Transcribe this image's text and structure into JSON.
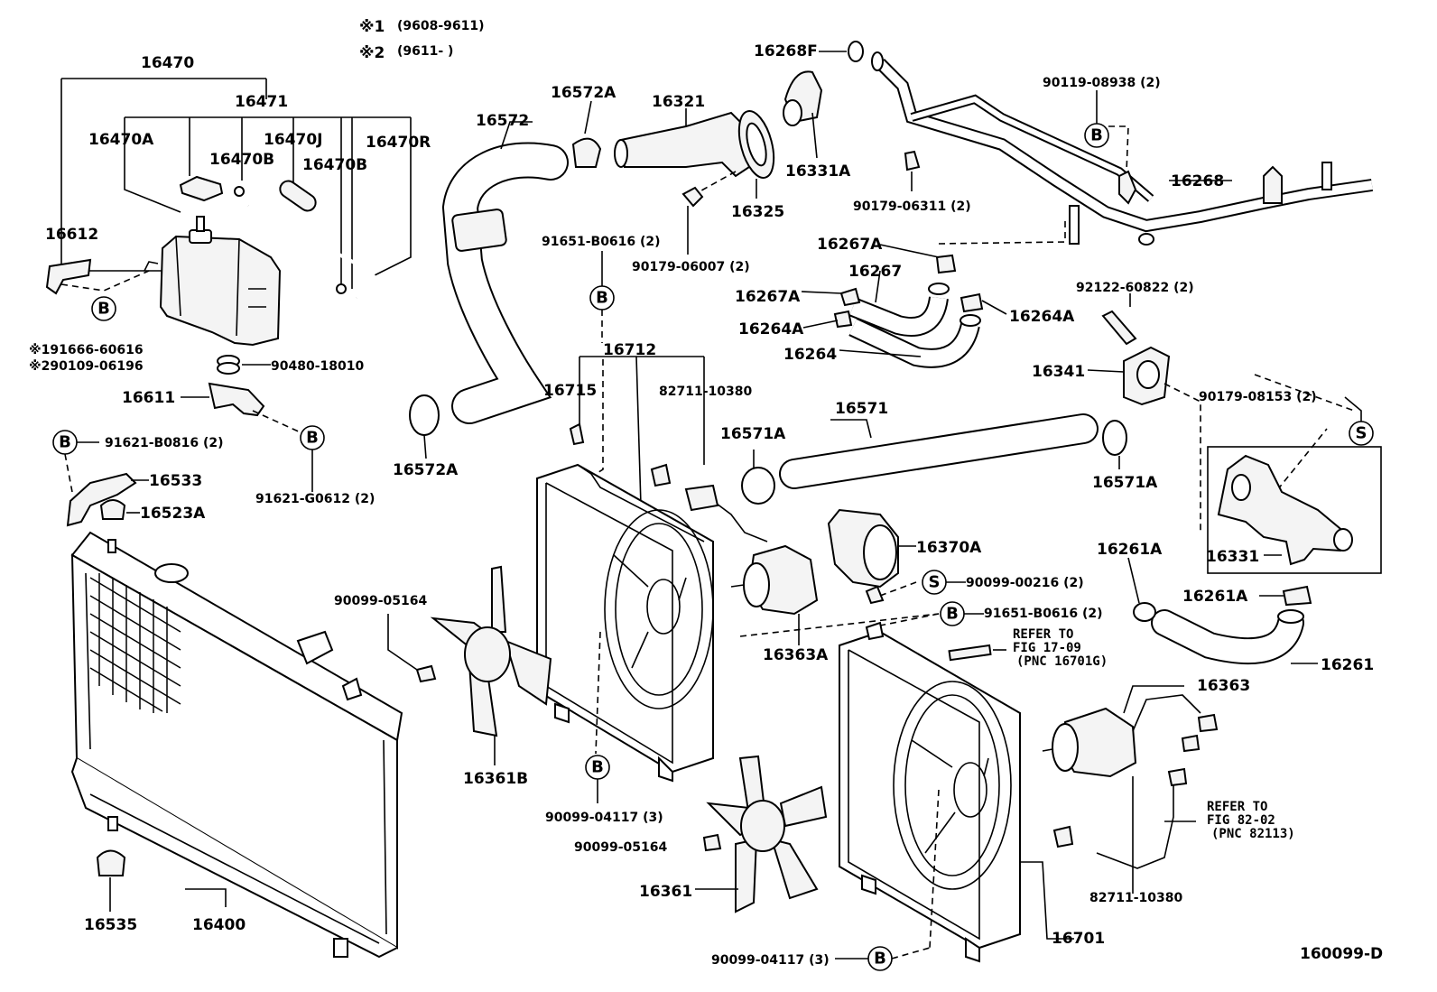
{
  "legend": {
    "note1_mark": "※1",
    "note1_range": "(9608-9611)",
    "note2_mark": "※2",
    "note2_range": "(9611-        )"
  },
  "callouts": {
    "c16470": "16470",
    "c16471": "16471",
    "c16470A": "16470A",
    "c16470J": "16470J",
    "c16470R": "16470R",
    "c16470B_1": "16470B",
    "c16470B_2": "16470B",
    "c16612": "16612",
    "c91666": "※191666-60616",
    "c90109": "※290109-06196",
    "c90480": "90480-18010",
    "c16611": "16611",
    "c91621_B0816": "91621-B0816 (2)",
    "c16533": "16533",
    "c16523A": "16523A",
    "c91621_G0612": "91621-G0612 (2)",
    "c16572": "16572",
    "c16572A_top": "16572A",
    "c16572A_bot": "16572A",
    "c16321": "16321",
    "c16325": "16325",
    "c16268F": "16268F",
    "c16331A": "16331A",
    "c90179_06007": "90179-06007 (2)",
    "c91651_B0616_top": "91651-B0616 (2)",
    "c90119_08938": "90119-08938 (2)",
    "c16268": "16268",
    "c90179_06311": "90179-06311 (2)",
    "c16267A_1": "16267A",
    "c16267A_2": "16267A",
    "c16267": "16267",
    "c16264A_1": "16264A",
    "c16264A_2": "16264A",
    "c16264": "16264",
    "c92122": "92122-60822 (2)",
    "c16341": "16341",
    "c90179_08153": "90179-08153 (2)",
    "c16712": "16712",
    "c16715": "16715",
    "c82711_top": "82711-10380",
    "c16571": "16571",
    "c16571A_1": "16571A",
    "c16571A_2": "16571A",
    "c16370A": "16370A",
    "c90099_00216": "90099-00216 (2)",
    "c91651_B0616_mid": "91651-B0616 (2)",
    "c16331": "16331",
    "c16261A_1": "16261A",
    "c16261A_2": "16261A",
    "c16261": "16261",
    "c90099_05164_top": "90099-05164",
    "c16363A": "16363A",
    "c16361B": "16361B",
    "c90099_04117_mid": "90099-04117 (3)",
    "c90099_05164_bot": "90099-05164",
    "c16361": "16361",
    "c16363": "16363",
    "c16701": "16701",
    "c82711_bot": "82711-10380",
    "c90099_04117_bot": "90099-04117 (3)",
    "c16535": "16535",
    "c16400": "16400",
    "refer1_l1": "REFER TO",
    "refer1_l2": "FIG 17-09",
    "refer1_l3": "(PNC 16701G)",
    "refer2_l1": "REFER TO",
    "refer2_l2": "FIG 82-02",
    "refer2_l3": "(PNC 82113)"
  },
  "markers": {
    "b": "B",
    "s": "S"
  },
  "diagram_id": "160099-D"
}
